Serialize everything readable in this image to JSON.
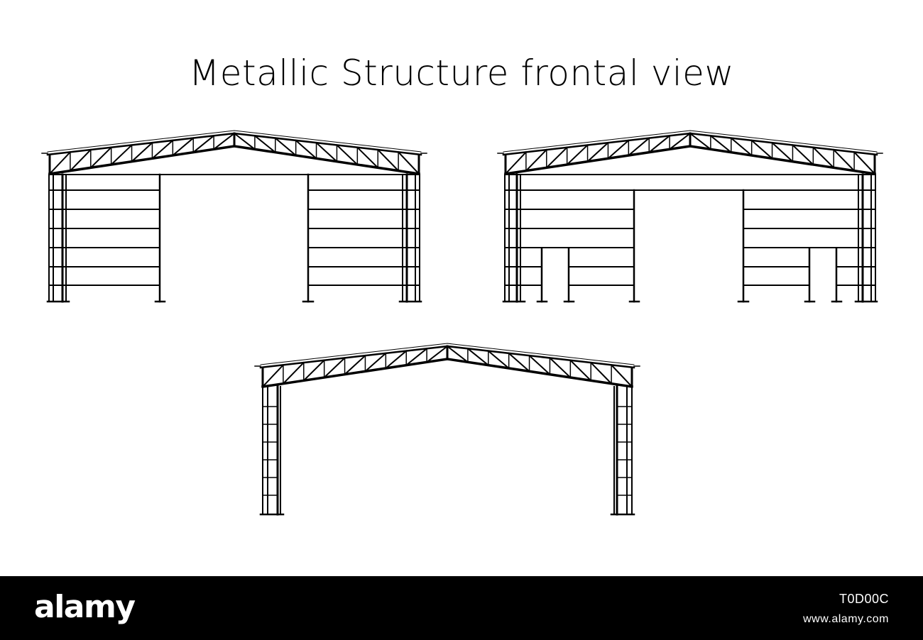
{
  "title": "Metallic Structure frontal view",
  "colors": {
    "line": "#000000",
    "background": "#ffffff",
    "footer": "#000000",
    "footer_text": "#ffffff"
  },
  "figures": [
    {
      "name": "clad-frame-single-opening",
      "rails": 6,
      "truss_panels": 9
    },
    {
      "name": "clad-frame-with-doors",
      "rails": 6,
      "truss_panels": 9
    },
    {
      "name": "bare-portal-frame",
      "rails": 0,
      "truss_panels": 9
    }
  ],
  "footer": {
    "brand": "alamy",
    "image_id": "T0D00C",
    "url": "www.alamy.com"
  }
}
